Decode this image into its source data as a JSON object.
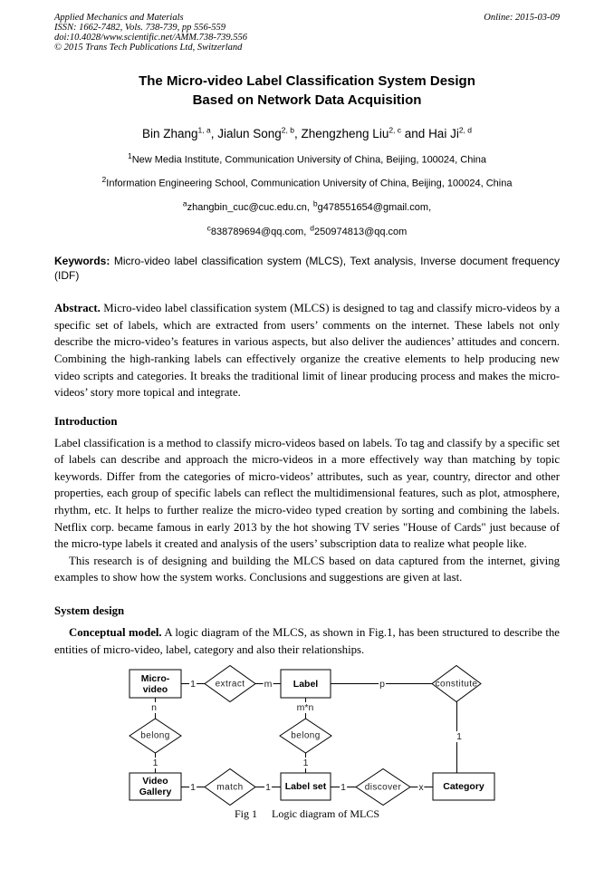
{
  "header": {
    "journal": "Applied Mechanics and Materials",
    "issn_line": "ISSN: 1662-7482, Vols. 738-739, pp 556-559",
    "doi_line": "doi:10.4028/www.scientific.net/AMM.738-739.556",
    "copyright_line": "© 2015 Trans Tech Publications Ltd, Switzerland",
    "online_date": "Online: 2015-03-09"
  },
  "title": {
    "line1": "The Micro-video Label Classification System Design",
    "line2": "Based on Network Data Acquisition"
  },
  "authors": [
    {
      "name": "Bin Zhang",
      "sup": "1, a",
      "after": ", "
    },
    {
      "name": "Jialun Song",
      "sup": "2, b",
      "after": ", "
    },
    {
      "name": "Zhengzheng Liu",
      "sup": "2, c",
      "after": " and "
    },
    {
      "name": "Hai Ji",
      "sup": "2, d",
      "after": ""
    }
  ],
  "affiliations": [
    {
      "sup": "1",
      "text": "New Media Institute, Communication University of China, Beijing, 100024, China"
    },
    {
      "sup": "2",
      "text": "Information Engineering School, Communication University of China, Beijing, 100024, China"
    }
  ],
  "emails": {
    "line1": [
      {
        "sup": "a",
        "text": "zhangbin_cuc@cuc.edu.cn,"
      },
      {
        "sup": "b",
        "text": "g478551654@gmail.com,"
      }
    ],
    "line2": [
      {
        "sup": "c",
        "text": "838789694@qq.com,"
      },
      {
        "sup": "d",
        "text": "250974813@qq.com"
      }
    ]
  },
  "keywords": {
    "label": "Keywords:",
    "text": " Micro-video label classification system (MLCS), Text analysis, Inverse document frequency (IDF)"
  },
  "abstract": {
    "label": "Abstract.",
    "text": " Micro-video label classification system (MLCS) is designed to tag and classify micro-videos by a specific set of labels, which are extracted from users’ comments on the internet. These labels not only describe the micro-video’s features in various aspects, but also deliver the audiences’ attitudes and concern. Combining the high-ranking labels can effectively organize the creative elements to help producing new video scripts and categories. It breaks the traditional limit of linear producing process and makes the micro-videos’ story more topical and integrate."
  },
  "introduction": {
    "heading": "Introduction",
    "para1": "Label classification is a method to classify micro-videos based on labels. To tag and classify by a specific set of labels can describe and approach the micro-videos in a more effectively way than matching by topic keywords. Differ from the categories of micro-videos’ attributes, such as year, country, director and other properties, each group of specific labels can reflect the multidimensional features, such as plot, atmosphere, rhythm, etc. It helps to further realize the micro-video typed creation by sorting and combining the labels. Netflix corp. became famous in early 2013 by the hot showing TV series \"House of Cards\" just because of the micro-type labels it created and analysis of the users’ subscription data to realize what people like.",
    "para2": "This research is of designing and building the MLCS based on data captured from the internet, giving examples to show how the system works. Conclusions and suggestions are given at last."
  },
  "system_design": {
    "heading": "System design",
    "conceptual_label": "Conceptual model.",
    "conceptual_text": " A logic diagram of the MLCS, as shown in Fig.1, has been structured to describe the entities of micro-video, label, category and also their relationships."
  },
  "diagram": {
    "entities": {
      "micro_video_line1": "Micro-",
      "micro_video_line2": "video",
      "label": "Label",
      "video_gallery_line1": "Video",
      "video_gallery_line2": "Gallery",
      "label_set": "Label set",
      "category": "Category"
    },
    "relations": {
      "extract": "extract",
      "constitute": "constitute",
      "belong_left": "belong",
      "belong_mid": "belong",
      "match": "match",
      "discover": "discover"
    },
    "cardinalities": {
      "mv_extract": "1",
      "extract_label": "m",
      "label_constitute": "p",
      "mv_belong": "n",
      "belong_vg": "1",
      "label_belong": "m*n",
      "belong_ls": "1",
      "constitute_cat": "1",
      "vg_match": "1",
      "match_ls": "1",
      "ls_discover": "1",
      "discover_cat": "x"
    },
    "caption_label": "Fig 1",
    "caption_text": "Logic diagram of MLCS"
  }
}
